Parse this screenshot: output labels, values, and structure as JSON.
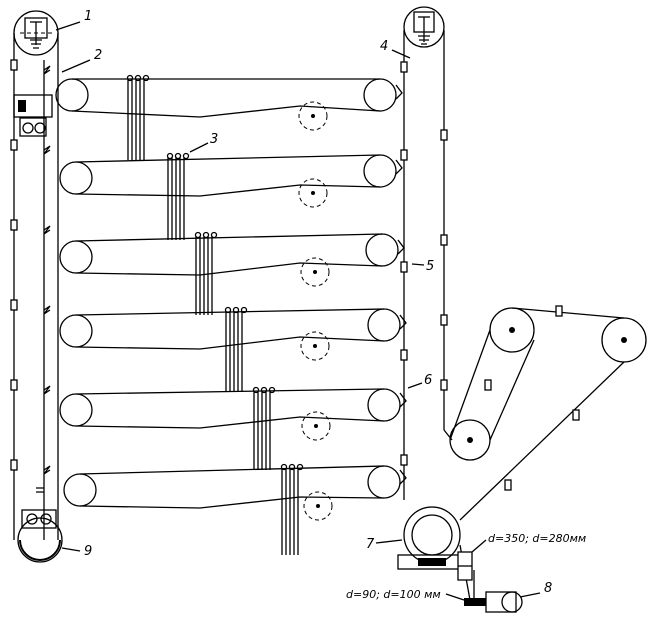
{
  "labels": {
    "l1": "1",
    "l2": "2",
    "l3": "3",
    "l4": "4",
    "l5": "5",
    "l6": "6",
    "l7": "7",
    "l8": "8",
    "l9": "9",
    "drive1": "d=350; d=280мм",
    "drive2": "d=90; d=100 мм"
  }
}
